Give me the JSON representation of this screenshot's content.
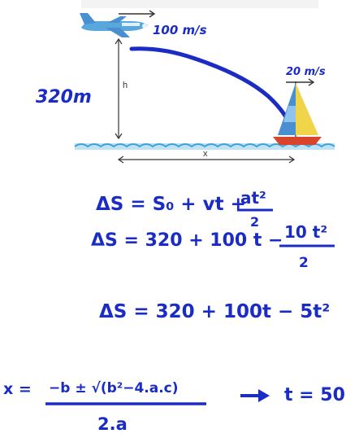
{
  "colors": {
    "ink": "#1a2cc4",
    "water": "#3fa2d8",
    "plane": "#5aa7de",
    "sail_yellow": "#f0d44a",
    "sail_blue": "#4a8fd0",
    "hull": "#d8452c"
  },
  "icons": {
    "plane": "airplane-icon",
    "boat": "sailboat-icon"
  },
  "diagram": {
    "plane_speed": "100 m/s",
    "boat_speed": "20 m/s",
    "height_value": "320m",
    "height_symbol": "h",
    "distance_symbol": "x"
  },
  "work": {
    "eq1_lhs": "ΔS = S₀ + vt +",
    "eq1_num": "at²",
    "eq1_den": "2",
    "eq2_lhs": "ΔS = 320 + 100 t −",
    "eq2_num": "10 t²",
    "eq2_den": "2",
    "eq3": "ΔS = 320 + 100t − 5t²",
    "quad_lhs": "x =",
    "quad_num": "−b ± √(b²−4.a.c)",
    "quad_den": "2.a",
    "result": "t = 50"
  }
}
